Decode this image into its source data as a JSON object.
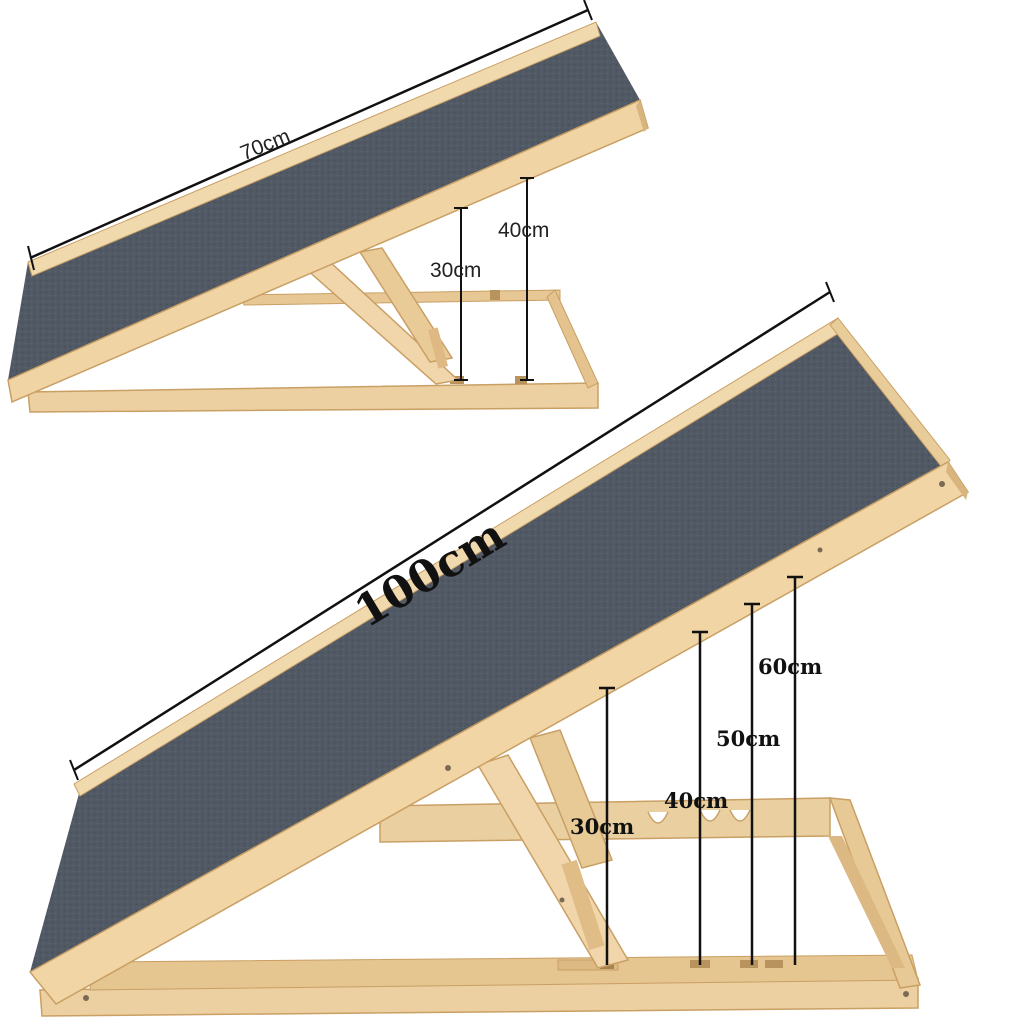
{
  "colors": {
    "carpet": "#4f5763",
    "carpet_dark": "#3f4650",
    "wood": "#efd4a6",
    "wood_edge": "#d6b27c",
    "wood_shadow": "#c89e63",
    "line": "#111111"
  },
  "small_ramp": {
    "length_label": "70cm",
    "heights": [
      "30cm",
      "40cm"
    ]
  },
  "large_ramp": {
    "length_label": "100cm",
    "heights": [
      "30cm",
      "40cm",
      "50cm",
      "60cm"
    ]
  }
}
